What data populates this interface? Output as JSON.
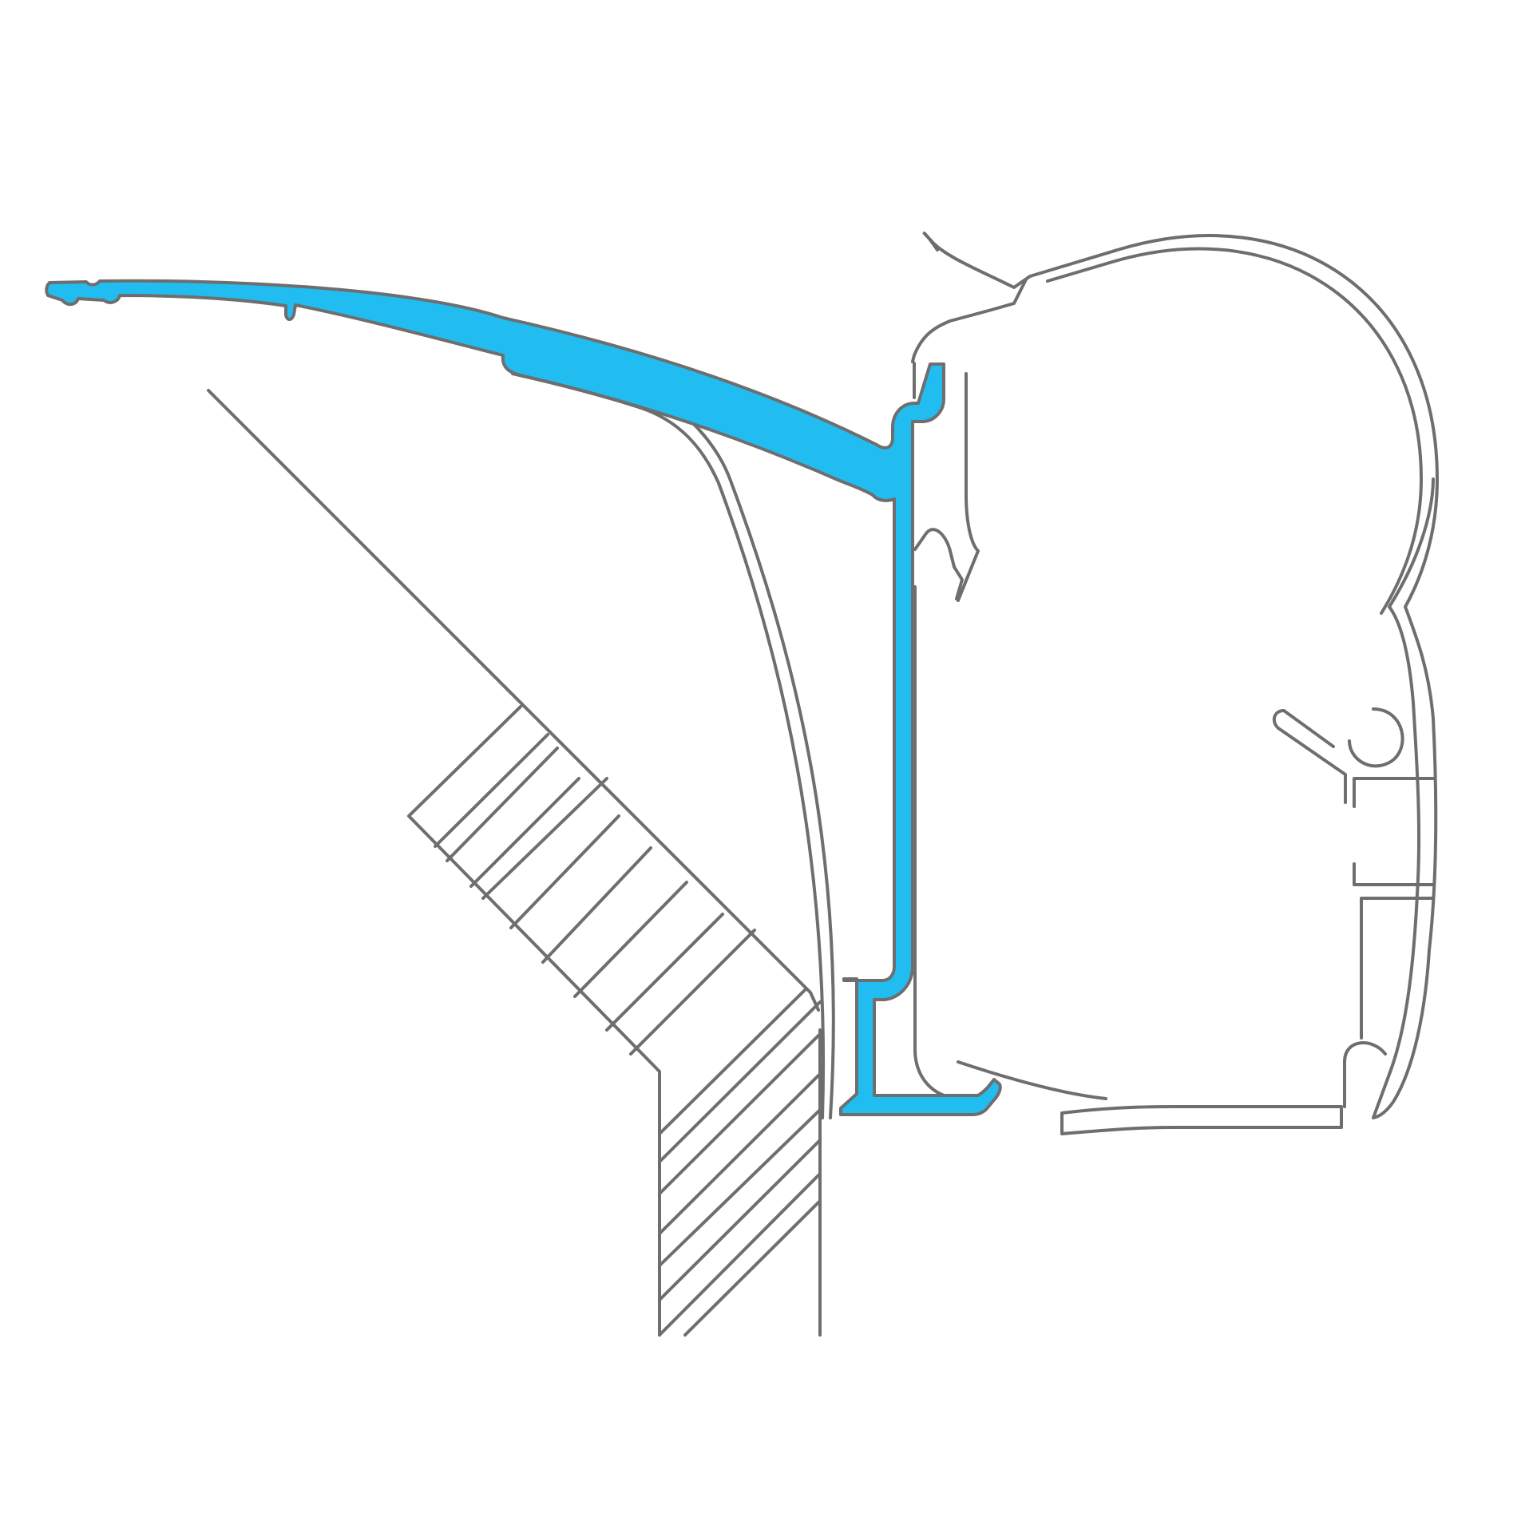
{
  "diagram": {
    "kind": "awning adapter rail cross-section",
    "labels": [],
    "colors": {
      "background": "#ffffff",
      "outline": "#6e6e6e",
      "highlight_fill": "#22bdf0",
      "casing_fill": "#ffffff"
    },
    "parts": [
      "wall-section-hatched",
      "roof-curve",
      "adapter-rail-highlighted",
      "awning-cassette"
    ]
  }
}
